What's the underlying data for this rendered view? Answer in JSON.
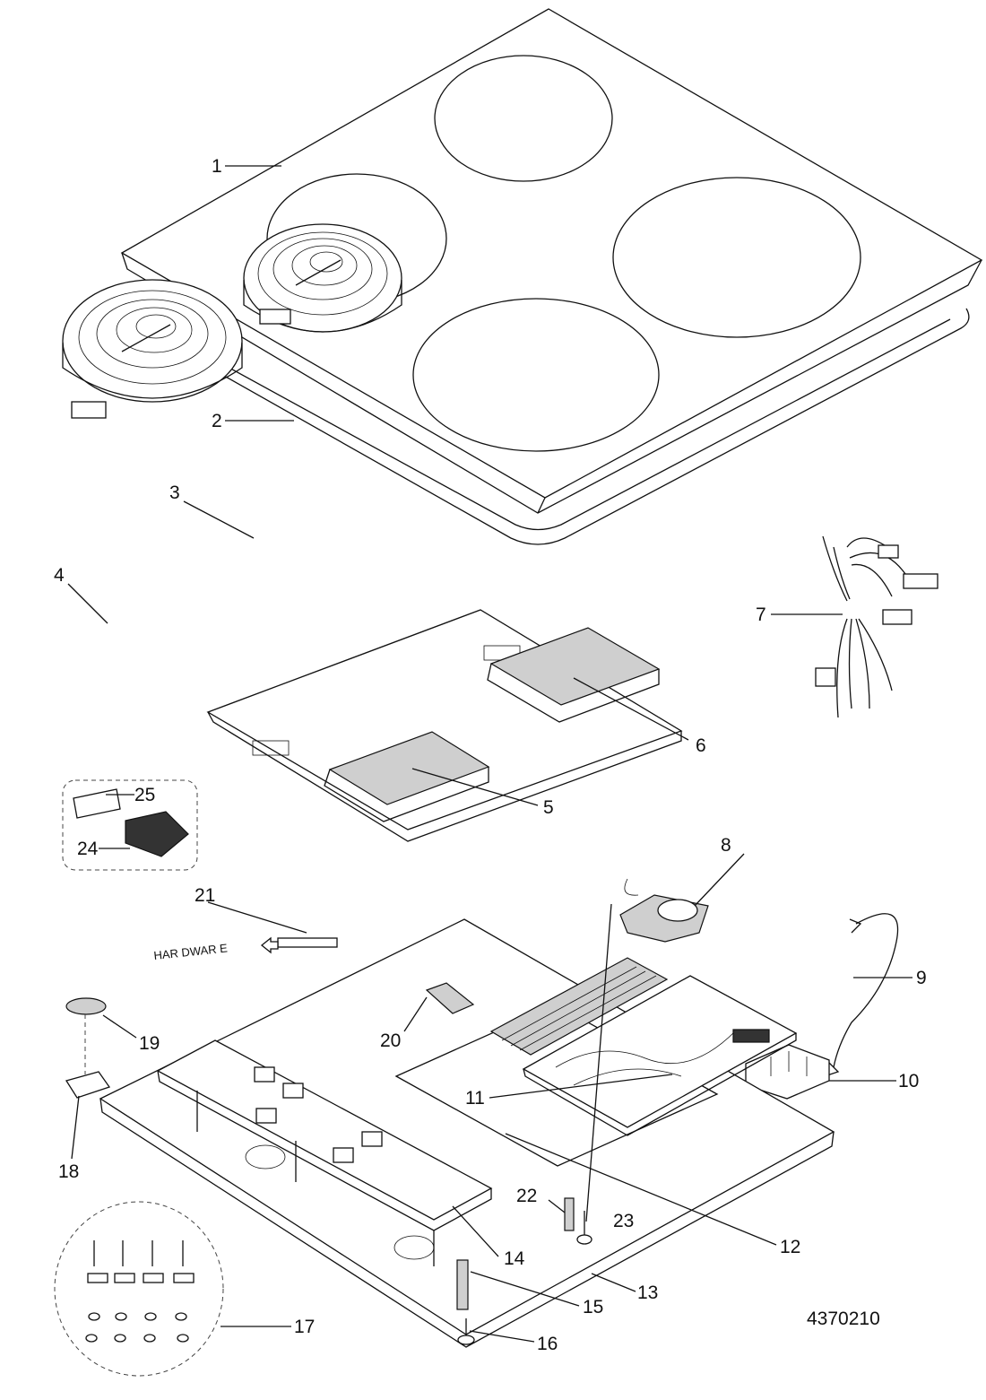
{
  "callouts": [
    {
      "id": "1",
      "label": "1"
    },
    {
      "id": "2",
      "label": "2"
    },
    {
      "id": "3",
      "label": "3"
    },
    {
      "id": "4",
      "label": "4"
    },
    {
      "id": "5",
      "label": "5"
    },
    {
      "id": "6",
      "label": "6"
    },
    {
      "id": "7",
      "label": "7"
    },
    {
      "id": "8",
      "label": "8"
    },
    {
      "id": "9",
      "label": "9"
    },
    {
      "id": "10",
      "label": "10"
    },
    {
      "id": "11",
      "label": "11"
    },
    {
      "id": "12",
      "label": "12"
    },
    {
      "id": "13",
      "label": "13"
    },
    {
      "id": "14",
      "label": "14"
    },
    {
      "id": "15",
      "label": "15"
    },
    {
      "id": "16",
      "label": "16"
    },
    {
      "id": "17",
      "label": "17"
    },
    {
      "id": "18",
      "label": "18"
    },
    {
      "id": "19",
      "label": "19"
    },
    {
      "id": "20",
      "label": "20"
    },
    {
      "id": "21",
      "label": "21"
    },
    {
      "id": "22",
      "label": "22"
    },
    {
      "id": "23",
      "label": "23"
    },
    {
      "id": "24",
      "label": "24"
    },
    {
      "id": "25",
      "label": "25"
    }
  ],
  "hardware_label": "HAR DWAR E",
  "drawing_number": "4370210"
}
